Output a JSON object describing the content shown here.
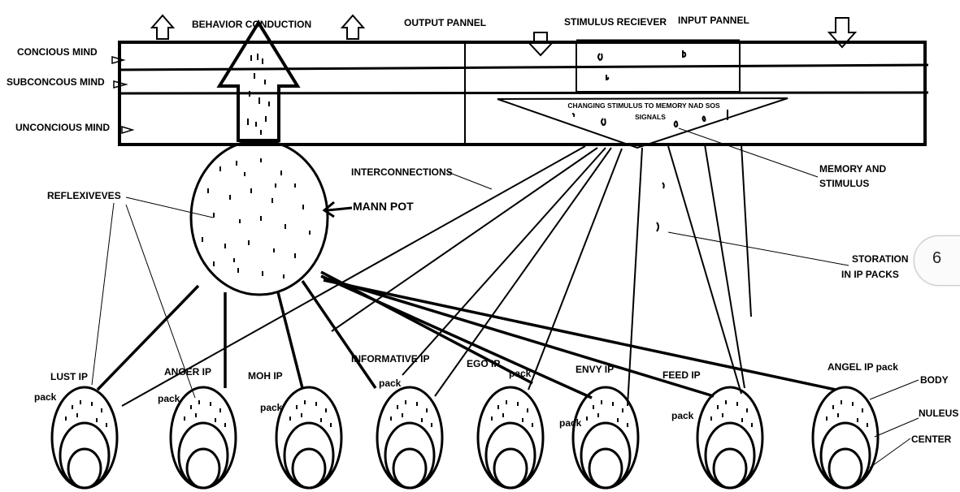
{
  "labels": {
    "behavior_conduction": "BEHAVIOR CONDUCTION",
    "output_pannel": "OUTPUT PANNEL",
    "stimulus_reciever": "STIMULUS RECIEVER",
    "input_pannel": "INPUT PANNEL",
    "concious_mind": "CONCIOUS MIND",
    "subconcious_mind": "SUBCONCOUS MIND",
    "unconcious_mind": "UNCONCIOUS MIND",
    "changing_stimulus_line1": "CHANGING STIMULUS TO MEMORY NAD SOS",
    "changing_stimulus_line2": "SIGNALS",
    "interconnections": "INTERCONNECTIONS",
    "memory_line1": "MEMORY AND",
    "memory_line2": "STIMULUS",
    "reflexives": "REFLEXIVEVES",
    "mann_pot": "MANN POT",
    "storation_line1": "STORATION",
    "storation_line2": "IN IP PACKS",
    "body": "BODY",
    "nucleus": "NULEUS",
    "center": "CENTER"
  },
  "ip_packs": [
    {
      "name": "LUST IP",
      "pack": "pack"
    },
    {
      "name": "ANGER IP",
      "pack": "pack"
    },
    {
      "name": "MOH IP",
      "pack": "pack"
    },
    {
      "name": "INFORMATIVE IP",
      "pack": "pack"
    },
    {
      "name": "EGO IP",
      "pack": "pack"
    },
    {
      "name": "ENVY IP",
      "pack": "pack"
    },
    {
      "name": "FEED IP",
      "pack": "pack"
    },
    {
      "name": "ANGEL IP pack",
      "pack": ""
    }
  ],
  "page_number": "6",
  "colors": {
    "ink": "#000000",
    "background": "#ffffff"
  },
  "icons": [
    "up-arrow-icon",
    "down-arrow-icon",
    "pointer-arrow-icon"
  ]
}
